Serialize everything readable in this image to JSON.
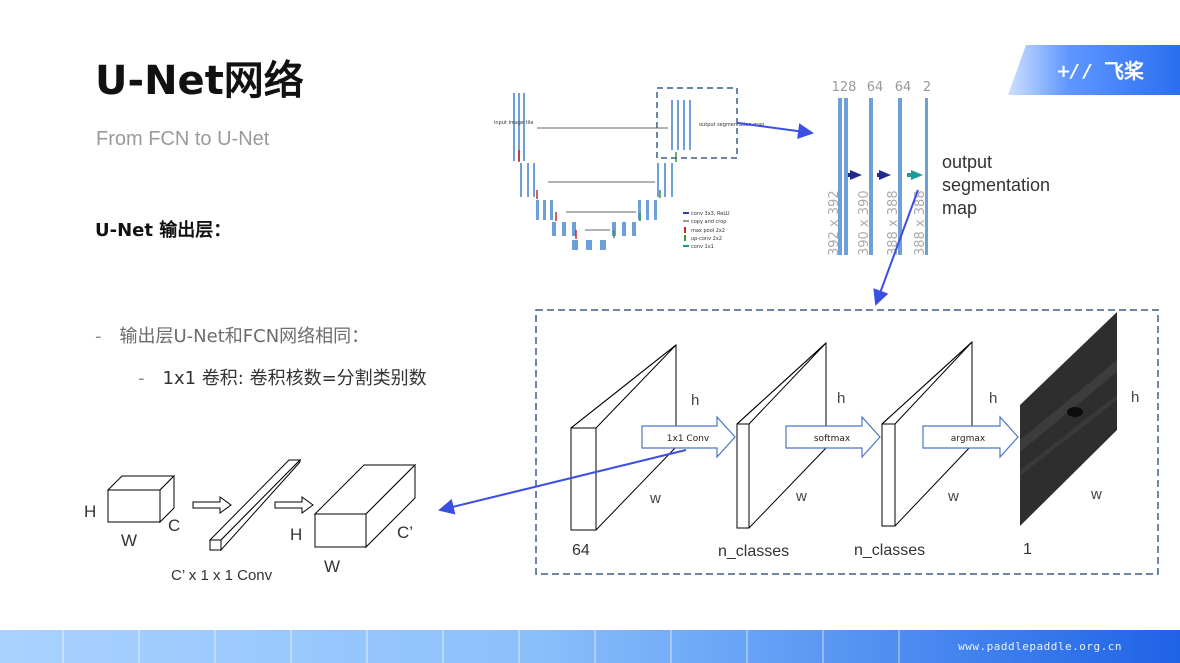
{
  "slide": {
    "title": "U-Net网络",
    "subtitle": "From FCN to U-Net",
    "section_heading": "U-Net 输出层：",
    "bullets": [
      "输出层U-Net和FCN网络相同：",
      "1x1 卷积: 卷积核数=分割类别数"
    ],
    "bullet_marker": "-"
  },
  "brand": {
    "logo_text": "飞桨",
    "url": "www.paddlepaddle.org.cn",
    "color": "#2a6ff0"
  },
  "unet_thumbnail": {
    "input_label": "input image tile",
    "output_label": "output segmentation map",
    "legend": [
      {
        "label": "conv 3x3, ReLU",
        "color": "#2f3fa8"
      },
      {
        "label": "copy and crop",
        "color": "#9a9a9a"
      },
      {
        "label": "max pool 2x2",
        "color": "#c8281e"
      },
      {
        "label": "up-conv 2x2",
        "color": "#2e9a3a"
      },
      {
        "label": "conv 1x1",
        "color": "#1a9a9a"
      }
    ]
  },
  "output_zoom": {
    "channel_counts": [
      "128",
      "64",
      "64",
      "2"
    ],
    "sizes": [
      "392 x 392",
      "390 x 390",
      "388 x 388",
      "388 x 388"
    ],
    "label_lines": [
      "output",
      "segmentation",
      "map"
    ]
  },
  "pipeline": {
    "height_label": "h",
    "width_label": "w",
    "ops": [
      "1x1 Conv",
      "softmax",
      "argmax"
    ],
    "blocks": [
      "64",
      "n_classes",
      "n_classes",
      "1"
    ]
  },
  "conv_diagram": {
    "H": "H",
    "W": "W",
    "C": "C",
    "C_prime": "C’",
    "kernel_label": "C’ x 1 x 1  Conv"
  },
  "colors": {
    "highlight_blue": "#3b4fe0",
    "box_dash": "#3d5f8a",
    "bar_blue": "#6f9fd8"
  }
}
